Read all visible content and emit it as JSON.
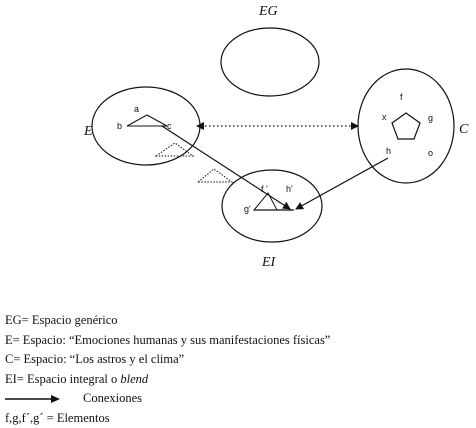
{
  "diagram": {
    "spaces": {
      "eg": {
        "label": "EG"
      },
      "e": {
        "label": "E"
      },
      "c": {
        "label": "C"
      },
      "ei": {
        "label": "EI"
      }
    },
    "elements": {
      "e_a": "a",
      "e_b": "b",
      "e_c": "c",
      "c_f": "f",
      "c_x": "x",
      "c_g": "g",
      "c_h": "h",
      "c_o": "o",
      "ei_f": "f '",
      "ei_h": "h'",
      "ei_g": "g'"
    }
  },
  "legend": {
    "eg": "EG= Espacio genérico",
    "e": "E= Espacio:  “Emociones humanas y sus manifestaciones físicas”",
    "c": "C= Espacio:  “Los astros y el clima”",
    "ei_prefix": "EI= Espacio integral o ",
    "ei_italic": "blend",
    "connections": "Conexiones",
    "elements": "f,g,f´,g´ =  Elementos"
  }
}
